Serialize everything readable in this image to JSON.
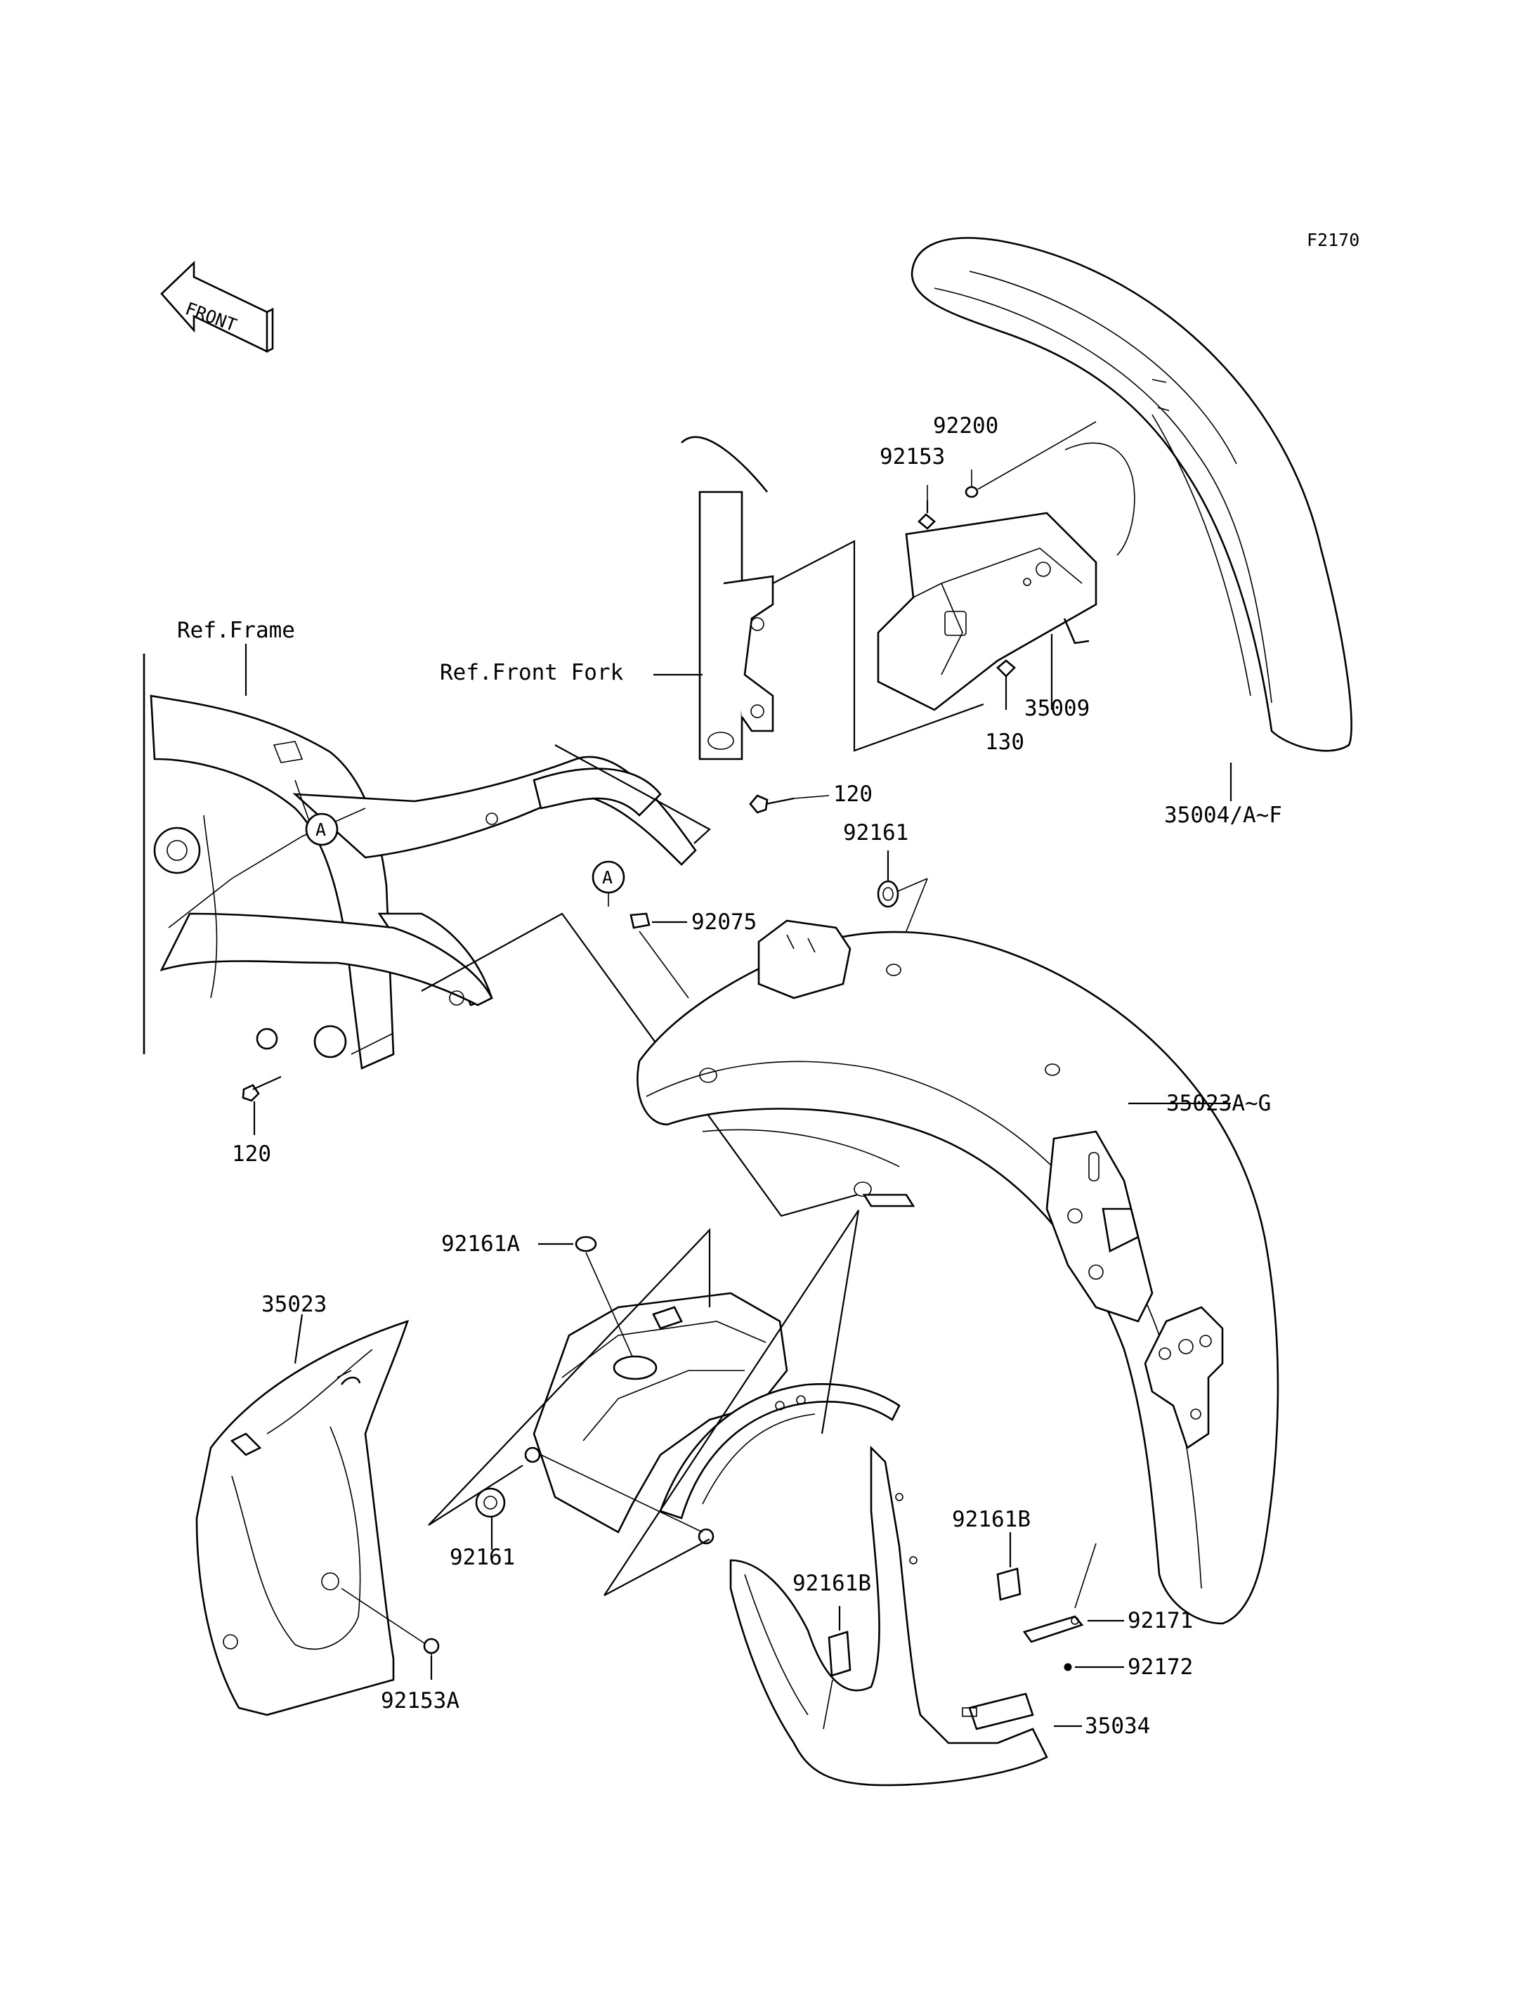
{
  "figure_code": "F2170",
  "front_label": "FRONT",
  "references": {
    "frame": "Ref.Frame",
    "front_fork": "Ref.Front Fork"
  },
  "marker_letter": "A",
  "parts": {
    "p92200": "92200",
    "p92153": "92153",
    "p35009": "35009",
    "p130": "130",
    "p35004": "35004/A~F",
    "p120_top": "120",
    "p120_bottom": "120",
    "p92161_top": "92161",
    "p92075": "92075",
    "p35023AG": "35023A~G",
    "p92161A": "92161A",
    "p35023": "35023",
    "p92161_bottom": "92161",
    "p92161B_right": "92161B",
    "p92161B_left": "92161B",
    "p92171": "92171",
    "p92172": "92172",
    "p35034": "35034",
    "p92153A": "92153A"
  }
}
